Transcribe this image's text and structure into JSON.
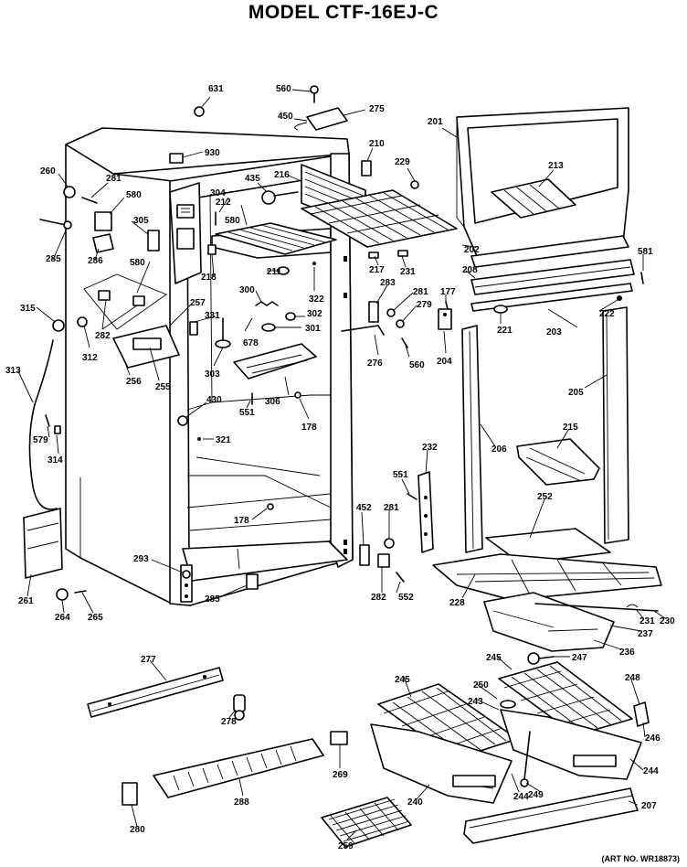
{
  "title": "MODEL CTF-16EJ-C",
  "art_number": "(ART NO. WR18873)",
  "part_labels": [
    "631",
    "560",
    "450",
    "275",
    "201",
    "930",
    "210",
    "229",
    "213",
    "260",
    "281",
    "580",
    "435",
    "216",
    "304",
    "212",
    "305",
    "580",
    "285",
    "286",
    "580",
    "218",
    "211",
    "322",
    "217",
    "231",
    "202",
    "208",
    "581",
    "315",
    "282",
    "257",
    "300",
    "331",
    "302",
    "283",
    "281",
    "279",
    "177",
    "221",
    "222",
    "203",
    "312",
    "301",
    "678",
    "313",
    "256",
    "255",
    "303",
    "276",
    "560",
    "204",
    "205",
    "306",
    "430",
    "551",
    "178",
    "579",
    "321",
    "314",
    "206",
    "215",
    "232",
    "551",
    "452",
    "281",
    "252",
    "178",
    "261",
    "293",
    "285",
    "282",
    "552",
    "228",
    "231",
    "230",
    "237",
    "264",
    "265",
    "236",
    "277",
    "247",
    "245",
    "245",
    "250",
    "243",
    "248",
    "278",
    "246",
    "269",
    "244",
    "244",
    "288",
    "240",
    "249",
    "207",
    "280",
    "259"
  ]
}
